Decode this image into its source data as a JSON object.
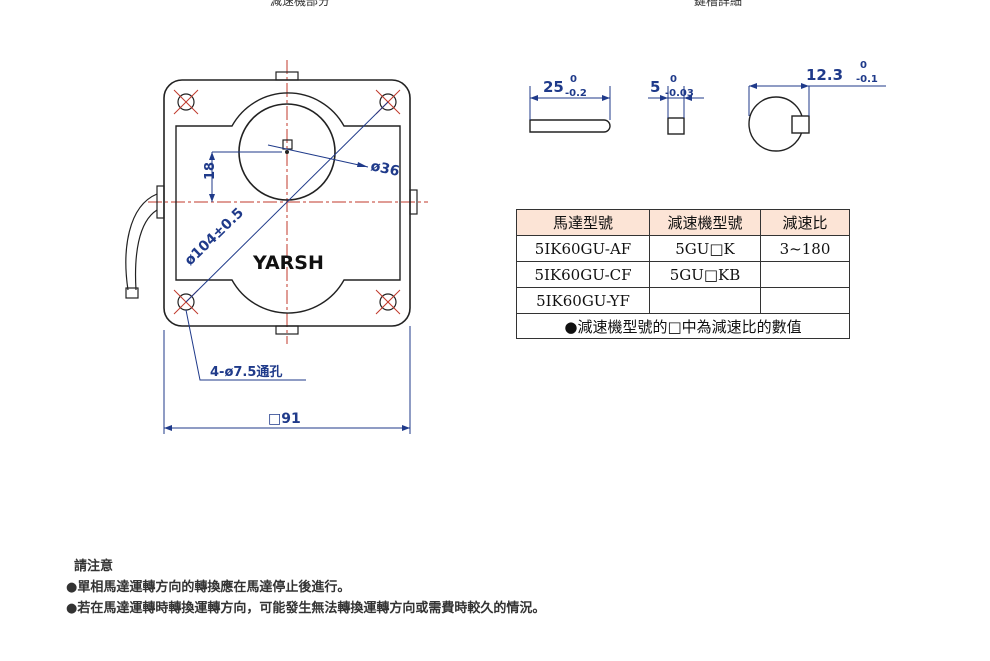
{
  "headings": {
    "left": "減速機部分",
    "right": "鍵槽詳細"
  },
  "diagram": {
    "brand": "YARSH",
    "dims": {
      "shaft_dia": "ø36",
      "offset": "18",
      "pcd": "ø104±0.5",
      "holes": "4-ø7.5通孔",
      "square": "□91",
      "key_len": "25",
      "key_len_tol_upper": "0",
      "key_len_tol_lower": "-0.2",
      "key_w": "5",
      "key_w_tol_upper": "0",
      "key_w_tol_lower": "-0.03",
      "key_h": "12.3",
      "key_h_tol_upper": "0",
      "key_h_tol_lower": "-0.1"
    },
    "colors": {
      "line": "#222222",
      "center_line": "#c0392b",
      "dim": "#1f3a8a"
    }
  },
  "table": {
    "headers": [
      "馬達型號",
      "減速機型號",
      "減速比"
    ],
    "rows": [
      [
        "5IK60GU-AF",
        "5GU□K",
        "3~180"
      ],
      [
        "5IK60GU-CF",
        "5GU□KB",
        ""
      ],
      [
        "5IK60GU-YF",
        "",
        ""
      ]
    ],
    "note": "●減速機型號的□中為減速比的數值",
    "header_bg": "#fce4d6"
  },
  "notes": {
    "title": "請注意",
    "items": [
      "●單相馬達運轉方向的轉換應在馬達停止後進行。",
      "●若在馬達運轉時轉換運轉方向，可能發生無法轉換運轉方向或需費時較久的情況。"
    ]
  }
}
